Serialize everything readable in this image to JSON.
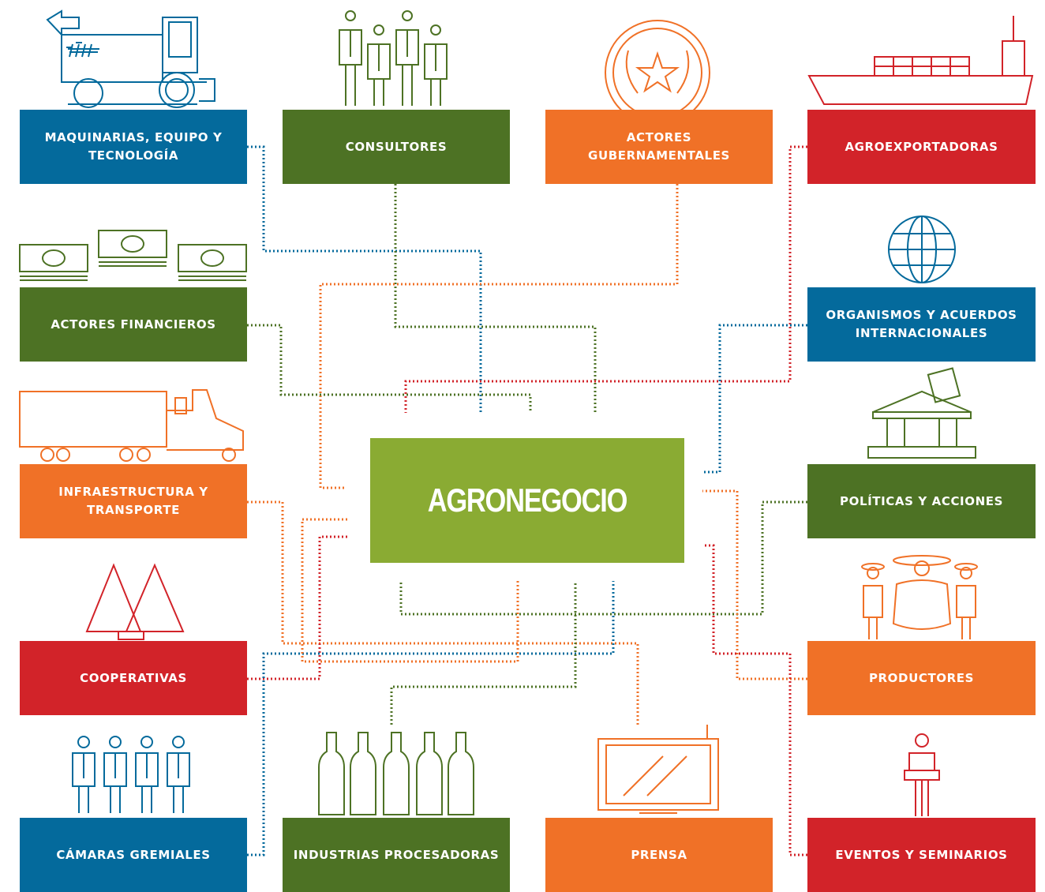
{
  "center": {
    "label": "AGRONEGOCIO",
    "color": "#8aab33"
  },
  "colors": {
    "blue": "#046a9c",
    "green": "#4d7224",
    "orange": "#f07127",
    "red": "#d22329"
  },
  "nodes": {
    "maquinarias": {
      "line1": "MAQUINARIAS, EQUIPO Y",
      "line2": "TECNOLOGÍA",
      "color": "blue",
      "icon": "harvester-icon"
    },
    "consultores": {
      "line1": "CONSULTORES",
      "color": "green",
      "icon": "consultants-icon"
    },
    "gubernamentales": {
      "line1": "ACTORES GUBERNAMENTALES",
      "color": "orange",
      "icon": "seal-icon"
    },
    "agroexportadoras": {
      "line1": "AGROEXPORTADORAS",
      "color": "red",
      "icon": "cargo-ship-icon"
    },
    "financieros": {
      "line1": "ACTORES FINANCIEROS",
      "color": "green",
      "icon": "money-icon"
    },
    "organismos": {
      "line1": "ORGANISMOS Y ACUERDOS",
      "line2": "INTERNACIONALES",
      "color": "blue",
      "icon": "globe-icon"
    },
    "infraestructura": {
      "line1": "INFRAESTRUCTURA Y",
      "line2": "TRANSPORTE",
      "color": "orange",
      "icon": "truck-icon"
    },
    "politicas": {
      "line1": "POLÍTICAS Y ACCIONES",
      "color": "green",
      "icon": "ballot-building-icon"
    },
    "cooperativas": {
      "line1": "COOPERATIVAS",
      "color": "red",
      "icon": "trees-icon"
    },
    "productores": {
      "line1": "PRODUCTORES",
      "color": "orange",
      "icon": "farmers-icon"
    },
    "camaras": {
      "line1": "CÁMARAS GREMIALES",
      "color": "blue",
      "icon": "group-icon"
    },
    "industrias": {
      "line1": "INDUSTRIAS PROCESADORAS",
      "color": "green",
      "icon": "bottles-icon"
    },
    "prensa": {
      "line1": "PRENSA",
      "color": "orange",
      "icon": "television-icon"
    },
    "eventos": {
      "line1": "EVENTOS Y SEMINARIOS",
      "color": "red",
      "icon": "speaker-icon"
    }
  }
}
